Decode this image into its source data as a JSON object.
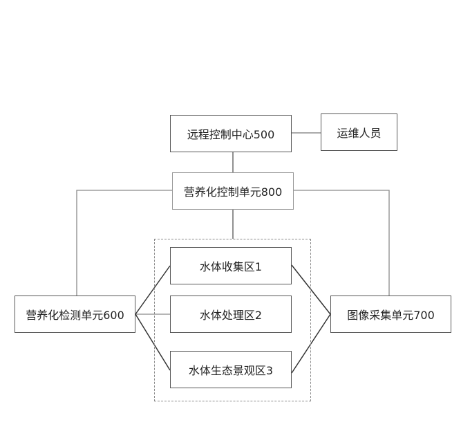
{
  "diagram": {
    "nodes": {
      "remote_center": "远程控制中心500",
      "maintenance_staff": "运维人员",
      "eutrophication_control": "营养化控制单元800",
      "collection_zone": "水体收集区1",
      "treatment_zone": "水体处理区2",
      "landscape_zone": "水体生态景观区3",
      "eutrophication_detection": "营养化检测单元600",
      "image_acquisition": "图像采集单元700"
    },
    "colors": {
      "line": "#444444",
      "light_line": "#8a8a8a",
      "border": "#555555"
    }
  }
}
